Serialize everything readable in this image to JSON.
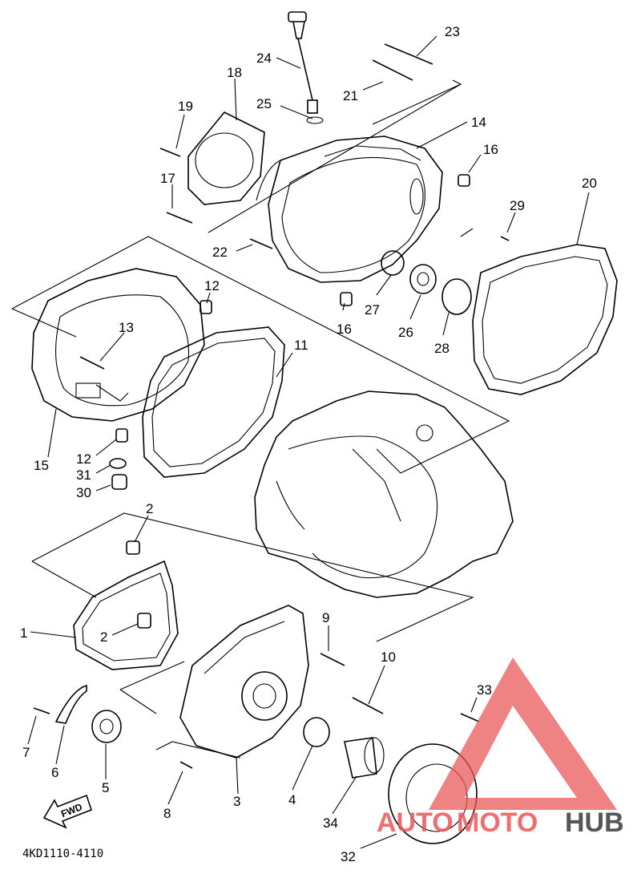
{
  "diagram": {
    "code": "4KD1110-4110",
    "fwd_label": "FWD",
    "watermark": {
      "auto": "AUTO",
      "moto": "MOTO",
      "hub": "HUB",
      "color": "#e9585a",
      "hub_color": "#444444"
    },
    "labels": {
      "p1": "1",
      "p2a": "2",
      "p2b": "2",
      "p3": "3",
      "p4": "4",
      "p5": "5",
      "p6": "6",
      "p7": "7",
      "p8": "8",
      "p9": "9",
      "p10": "10",
      "p11": "11",
      "p12a": "12",
      "p12b": "12",
      "p13": "13",
      "p14": "14",
      "p15": "15",
      "p16a": "16",
      "p16b": "16",
      "p17": "17",
      "p18": "18",
      "p19": "19",
      "p20": "20",
      "p21": "21",
      "p22": "22",
      "p23": "23",
      "p24": "24",
      "p25": "25",
      "p26": "26",
      "p27": "27",
      "p28": "28",
      "p29": "29",
      "p30": "30",
      "p31": "31",
      "p32": "32",
      "p33": "33",
      "p34": "34"
    }
  }
}
